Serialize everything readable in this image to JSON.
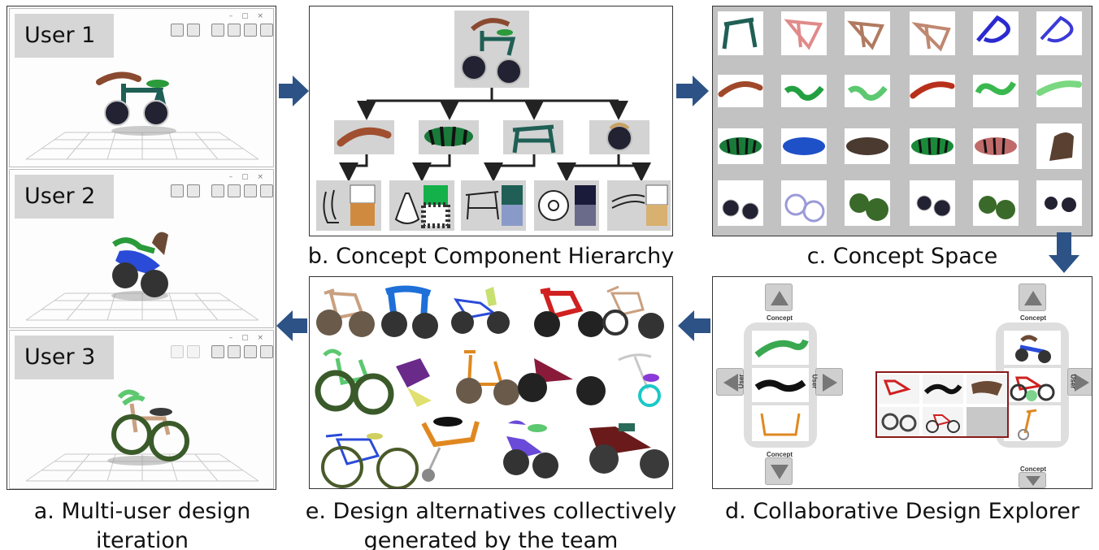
{
  "panels": {
    "a": {
      "caption_line1": "a. Multi-user design",
      "caption_line2": "iteration",
      "users": [
        "User 1",
        "User 2",
        "User 3"
      ]
    },
    "b": {
      "caption": "b. Concept Component Hierarchy"
    },
    "c": {
      "caption": "c. Concept Space"
    },
    "d": {
      "caption": "d. Collaborative Design Explorer",
      "nav": {
        "concept": "Concept",
        "user": "User"
      }
    },
    "e": {
      "caption_line1": "e. Design alternatives collectively",
      "caption_line2": "generated by the team"
    }
  },
  "colors": {
    "flow_arrow": "#2d5286",
    "teal": "#1f5f55",
    "brown": "#8a4a30",
    "green": "#2a9a3a",
    "blue": "#2a4bd8"
  }
}
